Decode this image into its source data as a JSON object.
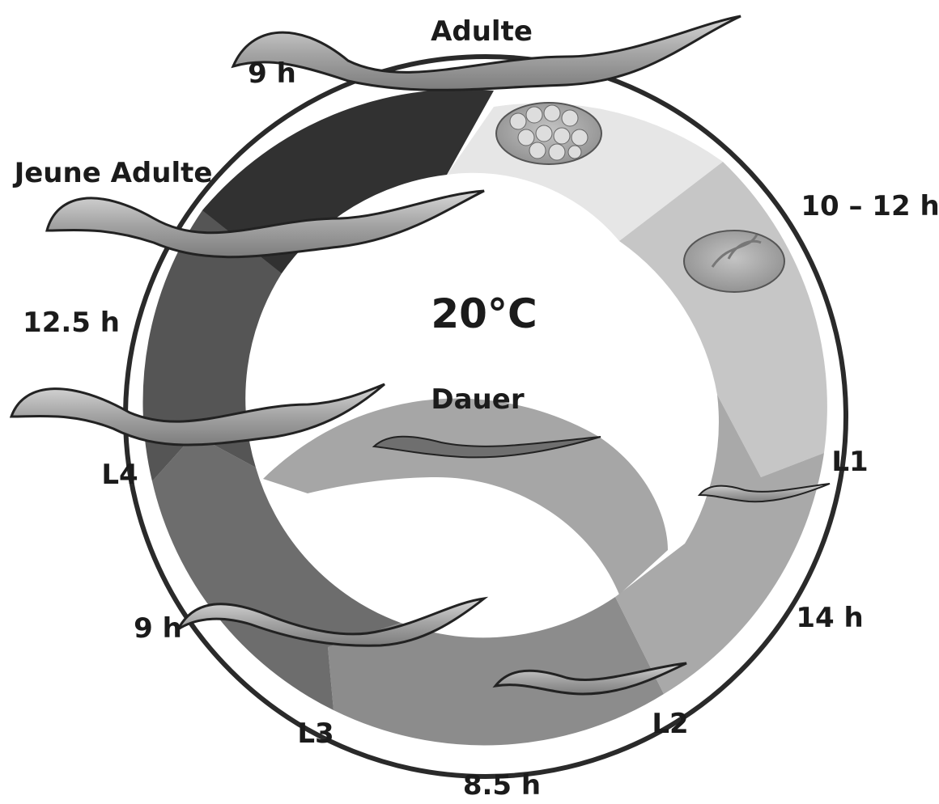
{
  "diagram": {
    "center_label": "20°C",
    "dauer_label": "Dauer",
    "stages": {
      "adulte": "Adulte",
      "jeune_adulte": "Jeune Adulte",
      "l1": "L1",
      "l2": "L2",
      "l3": "L3",
      "l4": "L4"
    },
    "durations": {
      "d1": "9 h",
      "d2": "10 – 12 h",
      "d3": "12.5 h",
      "d4": "14 h",
      "d5": "9 h",
      "d6": "8.5 h"
    },
    "colors": {
      "ring_adult": "#303030",
      "ring_jeune": "#454545",
      "ring_l4": "#5a5a5a",
      "ring_l3": "#7c7c7c",
      "ring_l2": "#a9a9a9",
      "ring_l1": "#c3c3c3",
      "ring_embryo_light": "#e6e6e6",
      "dauer_band": "#a6a6a6",
      "outer_arc": "#2a2a2a"
    }
  }
}
